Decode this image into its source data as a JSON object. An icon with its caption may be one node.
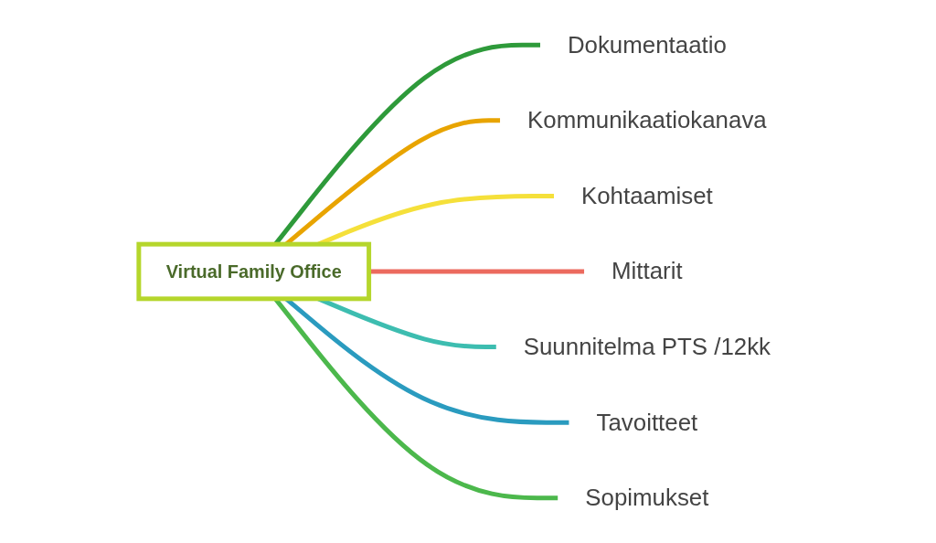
{
  "diagram": {
    "nodes": [
      {
        "text": [
          "Virtual Family Office"
        ]
      },
      {
        "text": [
          "Dokumentaatio"
        ]
      },
      {
        "text": [
          "Kommunikaatiokanava"
        ]
      },
      {
        "text": [
          "Kohtaamiset"
        ]
      },
      {
        "text": [
          "Mittarit"
        ]
      },
      {
        "text": [
          "Suunnitelma PTS /12kk"
        ]
      },
      {
        "text": [
          "Tavoitteet"
        ]
      },
      {
        "text": [
          "Sopimukset"
        ]
      }
    ],
    "edges": [
      {
        "from": 0,
        "to": 1,
        "arrow": "none",
        "color": "#2e9a3a"
      },
      {
        "from": 0,
        "to": 2,
        "arrow": "none",
        "color": "#e8a400"
      },
      {
        "from": 0,
        "to": 3,
        "arrow": "none",
        "color": "#f5e03a"
      },
      {
        "from": 0,
        "to": 4,
        "arrow": "none",
        "color": "#ec6a5e"
      },
      {
        "from": 0,
        "to": 5,
        "arrow": "none",
        "color": "#3dbdb0"
      },
      {
        "from": 0,
        "to": 6,
        "arrow": "none",
        "color": "#2a9bbf"
      },
      {
        "from": 0,
        "to": 7,
        "arrow": "none",
        "color": "#4cb84c"
      }
    ]
  }
}
